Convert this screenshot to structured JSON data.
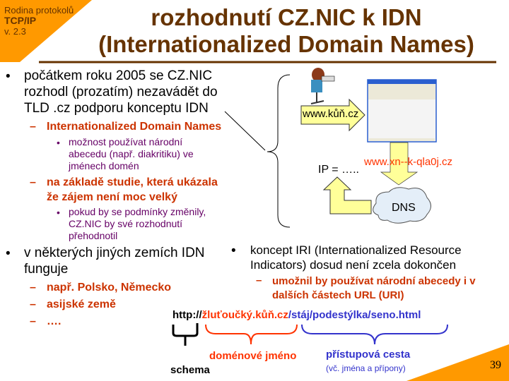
{
  "corner": {
    "line1": "Rodina protokolů",
    "line2": "TCP/IP",
    "line3": "v. 2.3"
  },
  "title": {
    "line1": "rozhodnutí CZ.NIC k IDN",
    "line2": "(Internationalized Domain Names)"
  },
  "left": {
    "b1": [
      "počátkem roku 2005 se CZ.NIC",
      "rozhodl (prozatím) nezavádět do",
      "TLD .cz podporu konceptu IDN"
    ],
    "s1": "Internationalized Domain Names",
    "ss1": [
      "možnost používat národní",
      "abecedu (např. diakritiku) ve",
      "jménech domén"
    ],
    "s2": [
      "na základě studie, která ukázala",
      "že zájem není moc velký"
    ],
    "ss2": [
      "pokud by se podmínky změnily,",
      "CZ.NIC by své rozhodnutí",
      "přehodnotil"
    ],
    "b2": [
      "v některých jiných zemích IDN",
      "funguje"
    ],
    "s3": "např. Polsko, Německo",
    "s4": "asijské země",
    "s5": "…."
  },
  "diagram": {
    "arrow_label": "www.kůň.cz",
    "punycode": "www.xn--k-qla0j.cz",
    "ip": "IP = …..",
    "dns": "DNS"
  },
  "right": {
    "b1": [
      "koncept IRI (Internationalized Resource",
      "Indicators) dosud není zcela dokončen"
    ],
    "s1": [
      "umožnil by používat národní abecedy i v",
      "dalších částech URL (URI)"
    ]
  },
  "url": {
    "scheme": "http://",
    "domain": "žluťoučký.kůň.cz",
    "path": "/stáj/podestýlka/seno.html",
    "scheme_label": "schema",
    "domain_label": "doménové jméno",
    "path_label": "přístupová cesta",
    "path_note": "(vč. jména a přípony)"
  },
  "page_number": "39",
  "colors": {
    "brown": "#663300",
    "orange": "#ff9900",
    "red": "#ff3300",
    "blue": "#3333cc"
  }
}
